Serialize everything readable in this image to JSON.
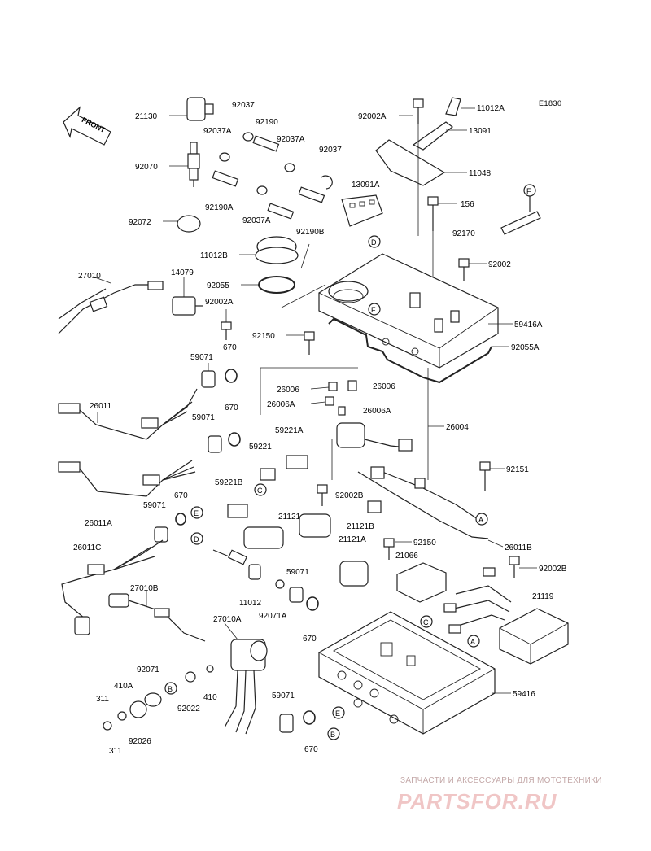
{
  "diagram": {
    "code": "E1830",
    "front_label": "FRONT",
    "callouts": [
      "F",
      "D",
      "C",
      "E",
      "B",
      "A"
    ],
    "part_labels": {
      "p21130": "21130",
      "p92037_a": "92037",
      "p92037A_a": "92037A",
      "p92190": "92190",
      "p92037A_b": "92037A",
      "p92037_b": "92037",
      "p92070": "92070",
      "p92190A": "92190A",
      "p92037A_c": "92037A",
      "p92072": "92072",
      "p92190B": "92190B",
      "p13091A": "13091A",
      "p92002A_top": "92002A",
      "p11012A": "11012A",
      "p13091": "13091",
      "p11048": "11048",
      "p156": "156",
      "p92170": "92170",
      "p92002": "92002",
      "p11012B": "11012B",
      "p92055": "92055",
      "p27010": "27010",
      "p14079": "14079",
      "p92002A_mid": "92002A",
      "p59416A": "59416A",
      "p92150_top": "92150",
      "p92055A": "92055A",
      "p59071_a": "59071",
      "p670_a": "670",
      "p26006_a": "26006",
      "p26006_b": "26006",
      "p26006A_a": "26006A",
      "p26006A_b": "26006A",
      "p26011": "26011",
      "p670_b": "670",
      "p59071_b": "59071",
      "p59221A": "59221A",
      "p26004": "26004",
      "p59221": "59221",
      "p59221B": "59221B",
      "p92151": "92151",
      "p92002B_mid": "92002B",
      "p670_c": "670",
      "p59071_c": "59071",
      "p21121": "21121",
      "p21121B": "21121B",
      "p26011A": "26011A",
      "p21121A": "21121A",
      "p92150_mid": "92150",
      "p26011B": "26011B",
      "p26011C": "26011C",
      "p21066": "21066",
      "p92002B_right": "92002B",
      "p59071_d": "59071",
      "p27010B": "27010B",
      "p11012": "11012",
      "p92071A": "92071A",
      "p21119": "21119",
      "p670_d": "670",
      "p27010A": "27010A",
      "p92071": "92071",
      "p410A": "410A",
      "p311_a": "311",
      "p92022": "92022",
      "p410": "410",
      "p59071_e": "59071",
      "p59416": "59416",
      "p311_b": "311",
      "p92026": "92026",
      "p670_e": "670"
    }
  },
  "watermark": {
    "tagline": "ЗАПЧАСТИ И АКСЕССУАРЫ ДЛЯ МОТОТЕХНИКИ",
    "logo": "PARTSFOR.RU"
  }
}
